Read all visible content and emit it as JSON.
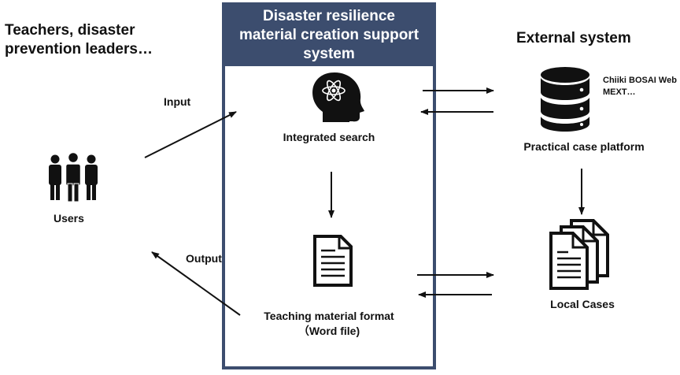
{
  "left": {
    "heading_line1": "Teachers, disaster",
    "heading_line2": "prevention leaders…",
    "users_label": "Users",
    "input_label": "Input",
    "output_label": "Output"
  },
  "system": {
    "title_line1": "Disaster resilience",
    "title_line2": "material creation support",
    "title_line3": "system",
    "search_label": "Integrated search",
    "format_line1": "Teaching material format",
    "format_line2": "（Word file)"
  },
  "external": {
    "heading": "External system",
    "db_note_line1": "Chiiki BOSAI Web",
    "db_note_line2": "MEXT…",
    "platform_label": "Practical case platform",
    "local_label": "Local Cases"
  },
  "colors": {
    "header_bg": "#3c4d6e",
    "icon": "#111111"
  }
}
